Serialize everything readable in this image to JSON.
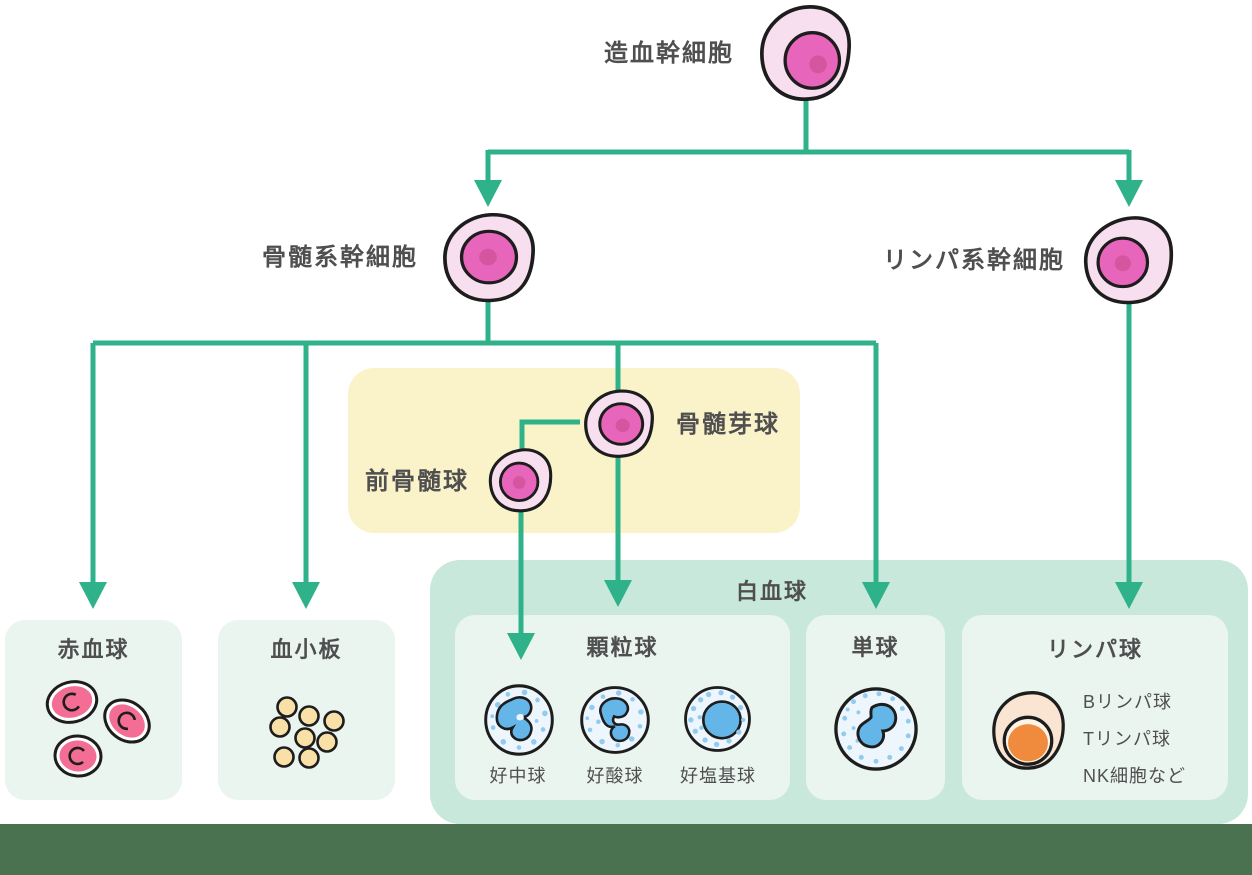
{
  "colors": {
    "line": "#2fb289",
    "ink": "#1d1d1d",
    "text": "#4f4f4f",
    "yellow_box": "#faf3ca",
    "wbc_box": "#c8e8db",
    "cell_box": "#eaf5f0",
    "footer": "#4a7250",
    "pink_cytoplasm": "#f8dff0",
    "pink_nucleus": "#e765bb",
    "pink_nucleolus": "#d3569f",
    "rbc_fill": "#f46d94",
    "platelet_fill": "#f8e0a6",
    "wbc_cytoplasm": "#edf6fc",
    "wbc_nucleus": "#64b5e8",
    "wbc_speckle": "#93cbef",
    "lymph_cytoplasm": "#fae5d2",
    "lymph_rim": "#fdf3e7",
    "lymph_nucleus": "#f08a3c"
  },
  "nodes": {
    "hsc": {
      "label": "造血幹細胞"
    },
    "myeloid": {
      "label": "骨髄系幹細胞"
    },
    "lymphoid": {
      "label": "リンパ系幹細胞"
    },
    "myeloblast": {
      "label": "骨髄芽球"
    },
    "promyelocyte": {
      "label": "前骨髄球"
    }
  },
  "boxes": {
    "rbc": {
      "label": "赤血球"
    },
    "platelet": {
      "label": "血小板"
    },
    "wbc": {
      "label": "白血球"
    },
    "granulocyte": {
      "label": "顆粒球",
      "types": [
        "好中球",
        "好酸球",
        "好塩基球"
      ]
    },
    "monocyte": {
      "label": "単球"
    },
    "lymphocyte": {
      "label": "リンパ球",
      "types": [
        "Bリンパ球",
        "Tリンパ球",
        "NK細胞など"
      ]
    }
  }
}
